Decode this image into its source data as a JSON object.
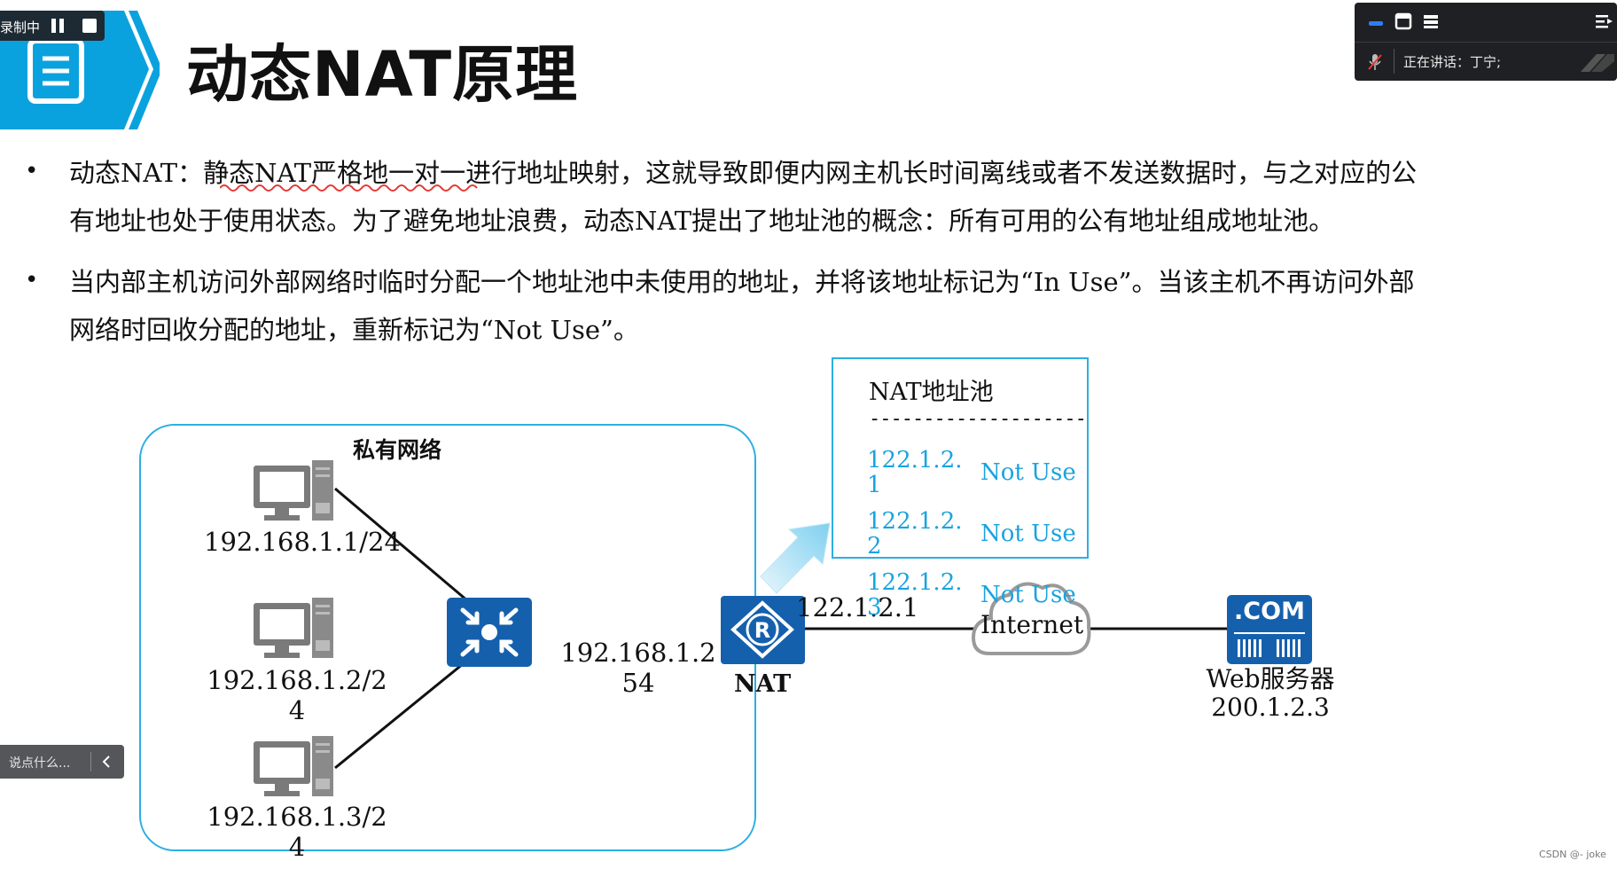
{
  "recording": {
    "status_label": "录制中"
  },
  "slide": {
    "title": "动态NAT原理"
  },
  "bullets": [
    {
      "line1": "动态NAT：静态NAT严格地一对一进行地址映射，这就导致即便内网主机长时间离线或者不发送数据时，与之对应的公",
      "line2": "有地址也处于使用状态。为了避免地址浪费，动态NAT提出了地址池的概念：所有可用的公有地址组成地址池。"
    },
    {
      "line1": "当内部主机访问外部网络时临时分配一个地址池中未使用的地址，并将该地址标记为“In Use”。当该主机不再访问外部",
      "line2": "网络时回收分配的地址，重新标记为“Not Use”。"
    }
  ],
  "diagram": {
    "private_network_label": "私有网络",
    "hosts": [
      {
        "line1": "192.168.1.1/24",
        "line2": ""
      },
      {
        "line1": "192.168.1.2/2",
        "line2": "4"
      },
      {
        "line1": "192.168.1.3/2",
        "line2": "4"
      }
    ],
    "gateway_ip": {
      "line1": "192.168.1.2",
      "line2": "54"
    },
    "nat_label": "NAT",
    "nat_public_ip": "122.1.2.1",
    "internet_label": "Internet",
    "server_badge": ".COM",
    "server_name": "Web服务器",
    "server_ip": "200.1.2.3",
    "pool": {
      "title": "NAT地址池",
      "separator": "--------------------",
      "entries": [
        {
          "ip_line1": "122.1.2.",
          "ip_line2": "1",
          "status": "Not Use"
        },
        {
          "ip_line1": "122.1.2.",
          "ip_line2": "2",
          "status": "Not Use"
        },
        {
          "ip_line1": "122.1.2.",
          "ip_line2": "3",
          "status": "Not Use"
        }
      ]
    }
  },
  "meeting_panel": {
    "speaking_label": "正在讲话：丁宁;"
  },
  "chat": {
    "placeholder": "说点什么..."
  },
  "watermark": "CSDN @- joke",
  "colors": {
    "accent_blue": "#0aa2de",
    "device_blue": "#1560ad",
    "pool_text": "#1aa3e0"
  }
}
